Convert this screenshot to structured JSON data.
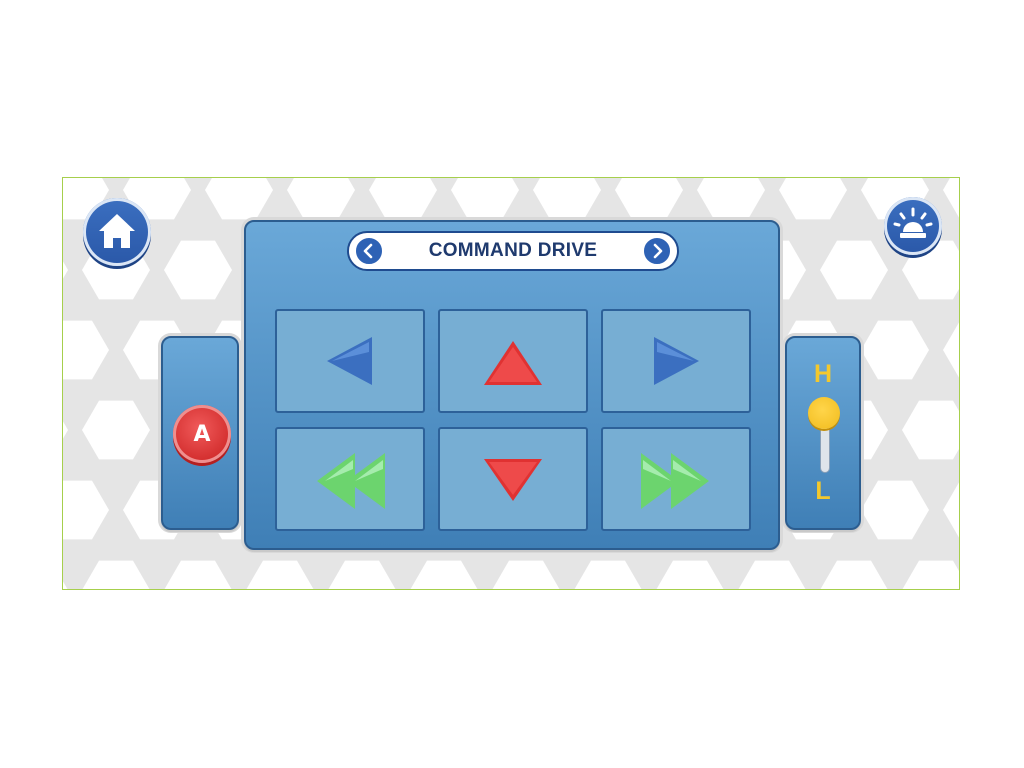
{
  "header": {
    "home_icon": "home-icon",
    "alarm_icon": "siren-icon"
  },
  "mode_selector": {
    "title": "COMMAND DRIVE",
    "prev_icon": "chevron-left-icon",
    "next_icon": "chevron-right-icon"
  },
  "action_button": {
    "label": "A",
    "color": "#d93434"
  },
  "speed_slider": {
    "high_label": "H",
    "low_label": "L",
    "level": 1.0,
    "knob_color": "#f5c32a"
  },
  "controls": [
    {
      "name": "turn-left",
      "icon": "arrow-left-icon",
      "color": "#3b6fc0"
    },
    {
      "name": "forward",
      "icon": "arrow-up-icon",
      "color": "#e03232"
    },
    {
      "name": "turn-right",
      "icon": "arrow-right-icon",
      "color": "#3b6fc0"
    },
    {
      "name": "rewind",
      "icon": "rewind-icon",
      "color": "#6cd46e"
    },
    {
      "name": "backward",
      "icon": "arrow-down-icon",
      "color": "#e03232"
    },
    {
      "name": "fast-forward",
      "icon": "fast-forward-icon",
      "color": "#6cd46e"
    }
  ],
  "colors": {
    "panel_blue": "#5d9bcf",
    "border_green": "#a6cf4c",
    "background": "#e5e5e5"
  }
}
